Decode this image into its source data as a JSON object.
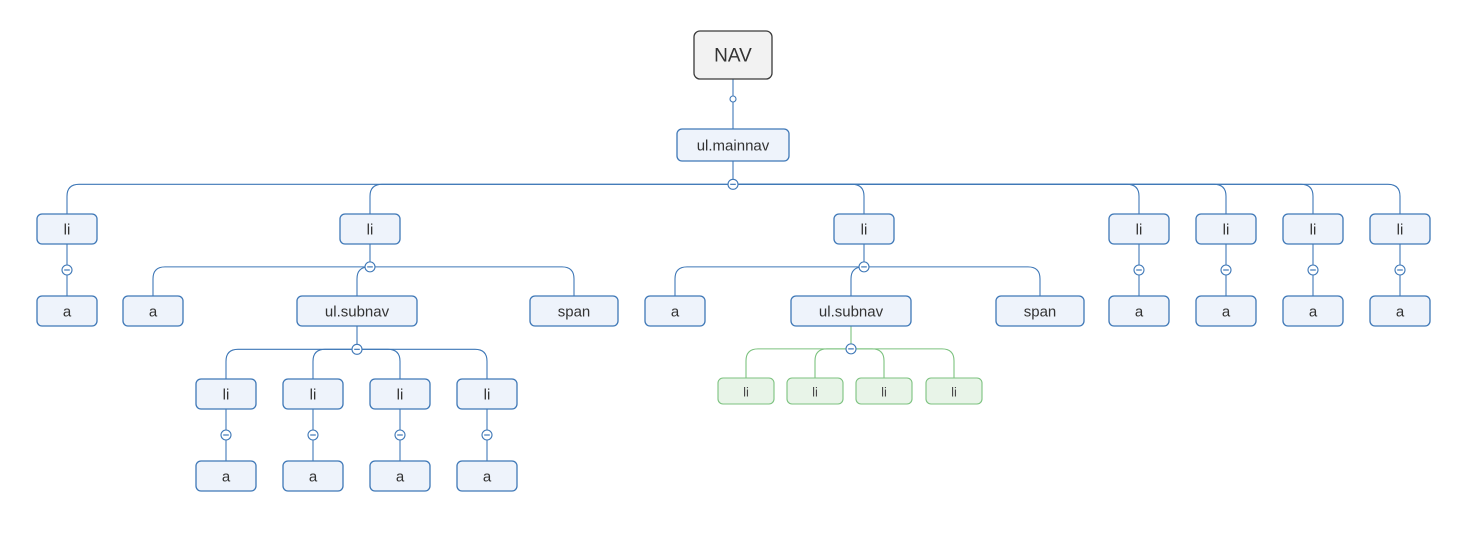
{
  "diagram": {
    "root": {
      "label": "NAV",
      "children": [
        {
          "label": "ul.mainnav",
          "children": [
            {
              "label": "li",
              "children": [
                {
                  "label": "a"
                }
              ]
            },
            {
              "label": "li",
              "children": [
                {
                  "label": "a"
                },
                {
                  "label": "ul.subnav",
                  "children": [
                    {
                      "label": "li",
                      "children": [
                        {
                          "label": "a"
                        }
                      ]
                    },
                    {
                      "label": "li",
                      "children": [
                        {
                          "label": "a"
                        }
                      ]
                    },
                    {
                      "label": "li",
                      "children": [
                        {
                          "label": "a"
                        }
                      ]
                    },
                    {
                      "label": "li",
                      "children": [
                        {
                          "label": "a"
                        }
                      ]
                    }
                  ]
                },
                {
                  "label": "span"
                }
              ]
            },
            {
              "label": "li",
              "children": [
                {
                  "label": "a"
                },
                {
                  "label": "ul.subnav",
                  "children": [
                    {
                      "label": "li",
                      "style": "green"
                    },
                    {
                      "label": "li",
                      "style": "green"
                    },
                    {
                      "label": "li",
                      "style": "green"
                    },
                    {
                      "label": "li",
                      "style": "green"
                    }
                  ]
                },
                {
                  "label": "span"
                }
              ]
            },
            {
              "label": "li",
              "children": [
                {
                  "label": "a"
                }
              ]
            },
            {
              "label": "li",
              "children": [
                {
                  "label": "a"
                }
              ]
            },
            {
              "label": "li",
              "children": [
                {
                  "label": "a"
                }
              ]
            },
            {
              "label": "li",
              "children": [
                {
                  "label": "a"
                }
              ]
            }
          ]
        }
      ]
    }
  }
}
